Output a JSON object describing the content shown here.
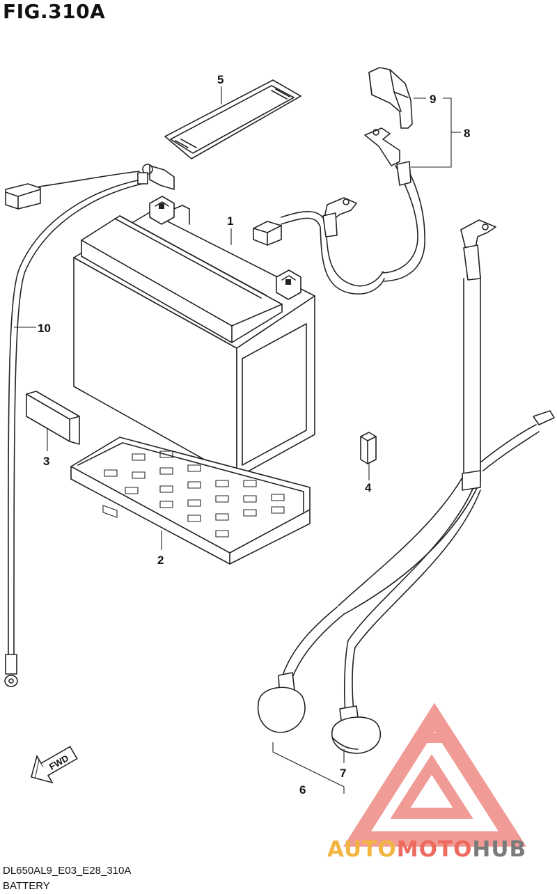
{
  "figure": {
    "title": "FIG.310A",
    "model_code": "DL650AL9_E03_E28_310A",
    "section_name": "BATTERY"
  },
  "callouts": [
    {
      "id": "1",
      "label": "1"
    },
    {
      "id": "2",
      "label": "2"
    },
    {
      "id": "3",
      "label": "3"
    },
    {
      "id": "4",
      "label": "4"
    },
    {
      "id": "5",
      "label": "5"
    },
    {
      "id": "6",
      "label": "6"
    },
    {
      "id": "7",
      "label": "7"
    },
    {
      "id": "8",
      "label": "8"
    },
    {
      "id": "9",
      "label": "9"
    },
    {
      "id": "10",
      "label": "10"
    }
  ],
  "fwd_arrow": {
    "label": "FWD"
  },
  "watermark": {
    "part1": "AUTO",
    "part2": "MOTO",
    "part3": "HUB",
    "colors": {
      "auto": "#f2b640",
      "moto": "#ec6a5e",
      "hub": "#7a7a7a",
      "triangle": "#ef8a84"
    }
  }
}
